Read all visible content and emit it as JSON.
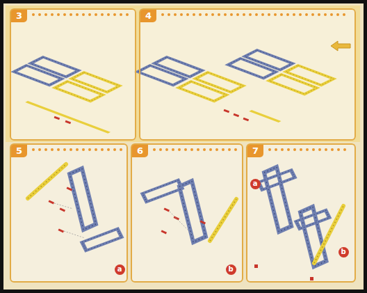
{
  "diagram": {
    "nodes": [
      {
        "text": [
          "3"
        ]
      },
      {
        "text": [
          "4"
        ]
      },
      {
        "text": [
          "5"
        ]
      },
      {
        "text": [
          "a"
        ],
        "in": 2
      },
      {
        "text": [
          "6"
        ]
      },
      {
        "text": [
          "b"
        ],
        "in": 4
      },
      {
        "text": [
          "7"
        ]
      },
      {
        "text": [
          "a"
        ],
        "in": 6
      },
      {
        "text": [
          "b"
        ],
        "in": 6
      }
    ]
  }
}
